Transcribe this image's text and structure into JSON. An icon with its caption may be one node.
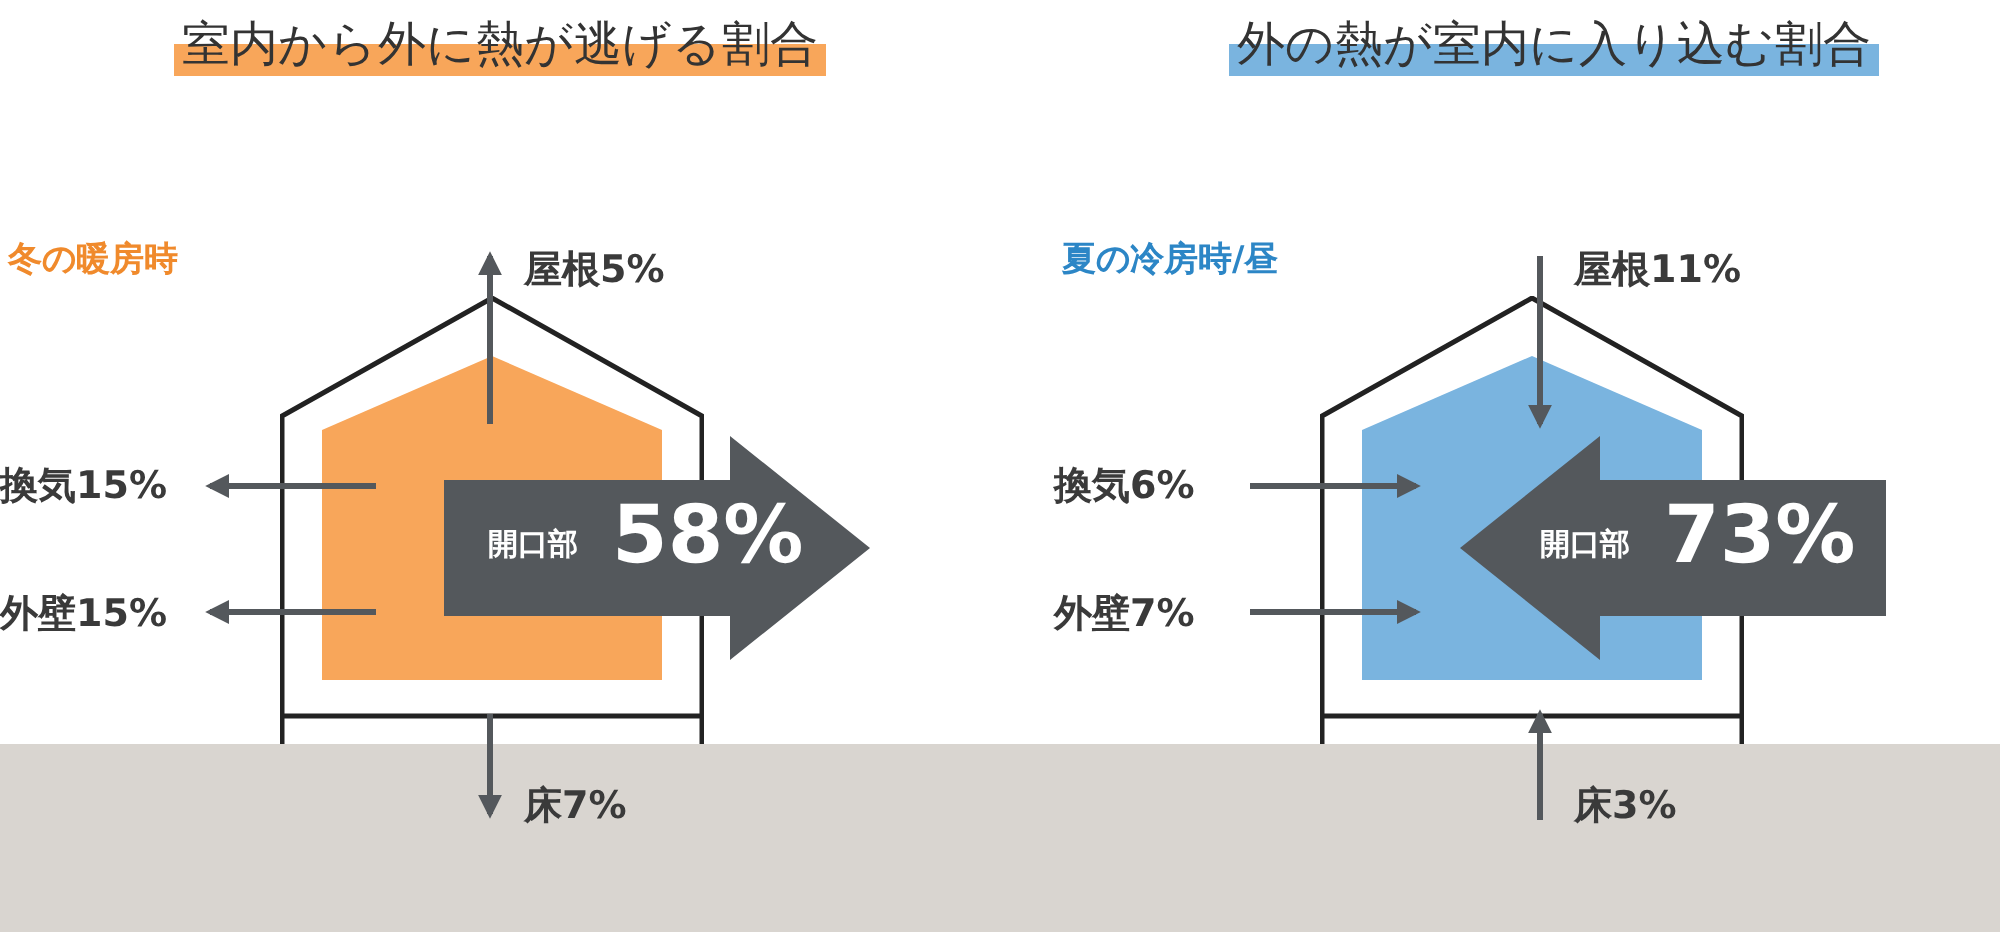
{
  "diagram": {
    "nodes": [
      {
        "text": [],
        "shape": "house"
      },
      {
        "text": [
          "開口部",
          "58%"
        ]
      },
      {
        "text": [
          "屋根5%"
        ]
      },
      {
        "text": [
          "換気15%"
        ]
      },
      {
        "text": [
          "外壁15%"
        ]
      },
      {
        "text": [
          "床7%"
        ]
      },
      {
        "text": [],
        "shape": "house"
      },
      {
        "text": [
          "開口部",
          "73%"
        ]
      },
      {
        "text": [
          "屋根11%"
        ]
      },
      {
        "text": [
          "換気6%"
        ]
      },
      {
        "text": [
          "外壁7%"
        ]
      },
      {
        "text": [
          "床3%"
        ]
      }
    ],
    "edges": [
      {
        "from": 0,
        "to": 2,
        "arrow": "to"
      },
      {
        "from": 0,
        "to": 3,
        "arrow": "to"
      },
      {
        "from": 0,
        "to": 4,
        "arrow": "to"
      },
      {
        "from": 0,
        "to": 5,
        "arrow": "to"
      },
      {
        "from": 8,
        "to": 6,
        "arrow": "to"
      },
      {
        "from": 9,
        "to": 6,
        "arrow": "to"
      },
      {
        "from": 10,
        "to": 6,
        "arrow": "to"
      },
      {
        "from": 11,
        "to": 6,
        "arrow": "to"
      }
    ],
    "labels": [
      "室内から外に熱が逃げる割合",
      "外の熱が室内に入り込む割合",
      "冬の暖房時",
      "夏の冷房時/昼"
    ]
  }
}
